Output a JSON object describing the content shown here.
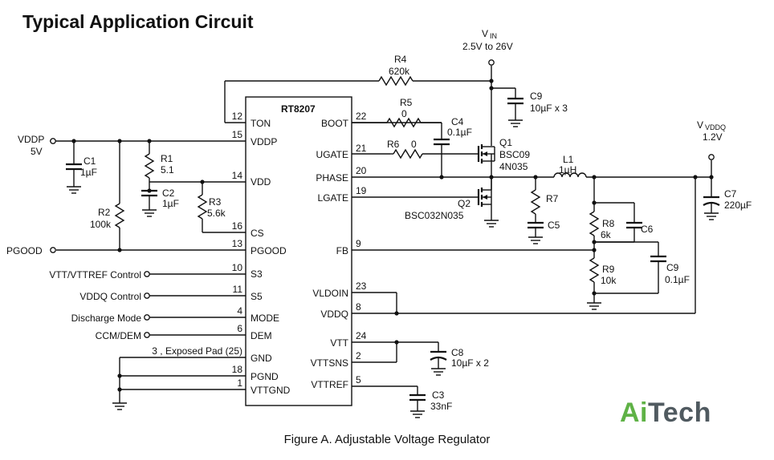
{
  "title": "Typical Application Circuit",
  "caption": "Figure A. Adjustable Voltage Regulator",
  "logo": {
    "part1": "Ai",
    "part2": "Tech",
    "color_ai": "#5fb246",
    "color_tech": "#505a60"
  },
  "ic": {
    "name": "RT8207",
    "left_pins": [
      {
        "num": "12",
        "name": "TON"
      },
      {
        "num": "15",
        "name": "VDDP"
      },
      {
        "num": "14",
        "name": "VDD"
      },
      {
        "num": "16",
        "name": "CS"
      },
      {
        "num": "13",
        "name": "PGOOD"
      },
      {
        "num": "10",
        "name": "S3"
      },
      {
        "num": "11",
        "name": "S5"
      },
      {
        "num": "4",
        "name": "MODE"
      },
      {
        "num": "6",
        "name": "DEM"
      },
      {
        "num": "3 , Exposed Pad (25)",
        "name": "GND"
      },
      {
        "num": "18",
        "name": "PGND"
      },
      {
        "num": "1",
        "name": "VTTGND"
      }
    ],
    "right_pins": [
      {
        "num": "22",
        "name": "BOOT"
      },
      {
        "num": "21",
        "name": "UGATE"
      },
      {
        "num": "20",
        "name": "PHASE"
      },
      {
        "num": "19",
        "name": "LGATE"
      },
      {
        "num": "9",
        "name": "FB"
      },
      {
        "num": "23",
        "name": "VLDOIN"
      },
      {
        "num": "8",
        "name": "VDDQ"
      },
      {
        "num": "24",
        "name": "VTT"
      },
      {
        "num": "2",
        "name": "VTTSNS"
      },
      {
        "num": "5",
        "name": "VTTREF"
      }
    ]
  },
  "vin": {
    "label_main": "V",
    "label_sub": "IN",
    "range": "2.5V to 26V"
  },
  "vddq_out": {
    "label_main": "V",
    "label_sub": "VDDQ",
    "value": "1.2V"
  },
  "vddp_in": {
    "label": "VDDP",
    "value": "5V"
  },
  "signals": {
    "pgood": "PGOOD",
    "s3": "VTT/VTTREF Control",
    "s5": "VDDQ Control",
    "mode": "Discharge Mode",
    "dem": "CCM/DEM"
  },
  "components": {
    "r1": {
      "name": "R1",
      "value": "5.1"
    },
    "r2": {
      "name": "R2",
      "value": "100k"
    },
    "r3": {
      "name": "R3",
      "value": "5.6k"
    },
    "r4": {
      "name": "R4",
      "value": "620k"
    },
    "r5": {
      "name": "R5",
      "value": "0"
    },
    "r6": {
      "name": "R6",
      "value": "0"
    },
    "r7": {
      "name": "R7"
    },
    "r8": {
      "name": "R8",
      "value": "6k"
    },
    "r9": {
      "name": "R9",
      "value": "10k"
    },
    "c1": {
      "name": "C1",
      "value": "1µF"
    },
    "c2": {
      "name": "C2",
      "value": "1µF"
    },
    "c3": {
      "name": "C3",
      "value": "33nF"
    },
    "c4": {
      "name": "C4",
      "value": "0.1µF"
    },
    "c5": {
      "name": "C5"
    },
    "c6": {
      "name": "C6"
    },
    "c7": {
      "name": "C7",
      "value": "220µF"
    },
    "c8": {
      "name": "C8",
      "value": "10µF x 2"
    },
    "c9_in": {
      "name": "C9",
      "value": "10µF x 3"
    },
    "c9_fb": {
      "name": "C9",
      "value": "0.1µF"
    },
    "l1": {
      "name": "L1",
      "value": "1µH"
    },
    "q1": {
      "name": "Q1",
      "part_a": "BSC09",
      "part_b": "4N035"
    },
    "q2": {
      "name": "Q2",
      "part": "BSC032N035"
    }
  }
}
